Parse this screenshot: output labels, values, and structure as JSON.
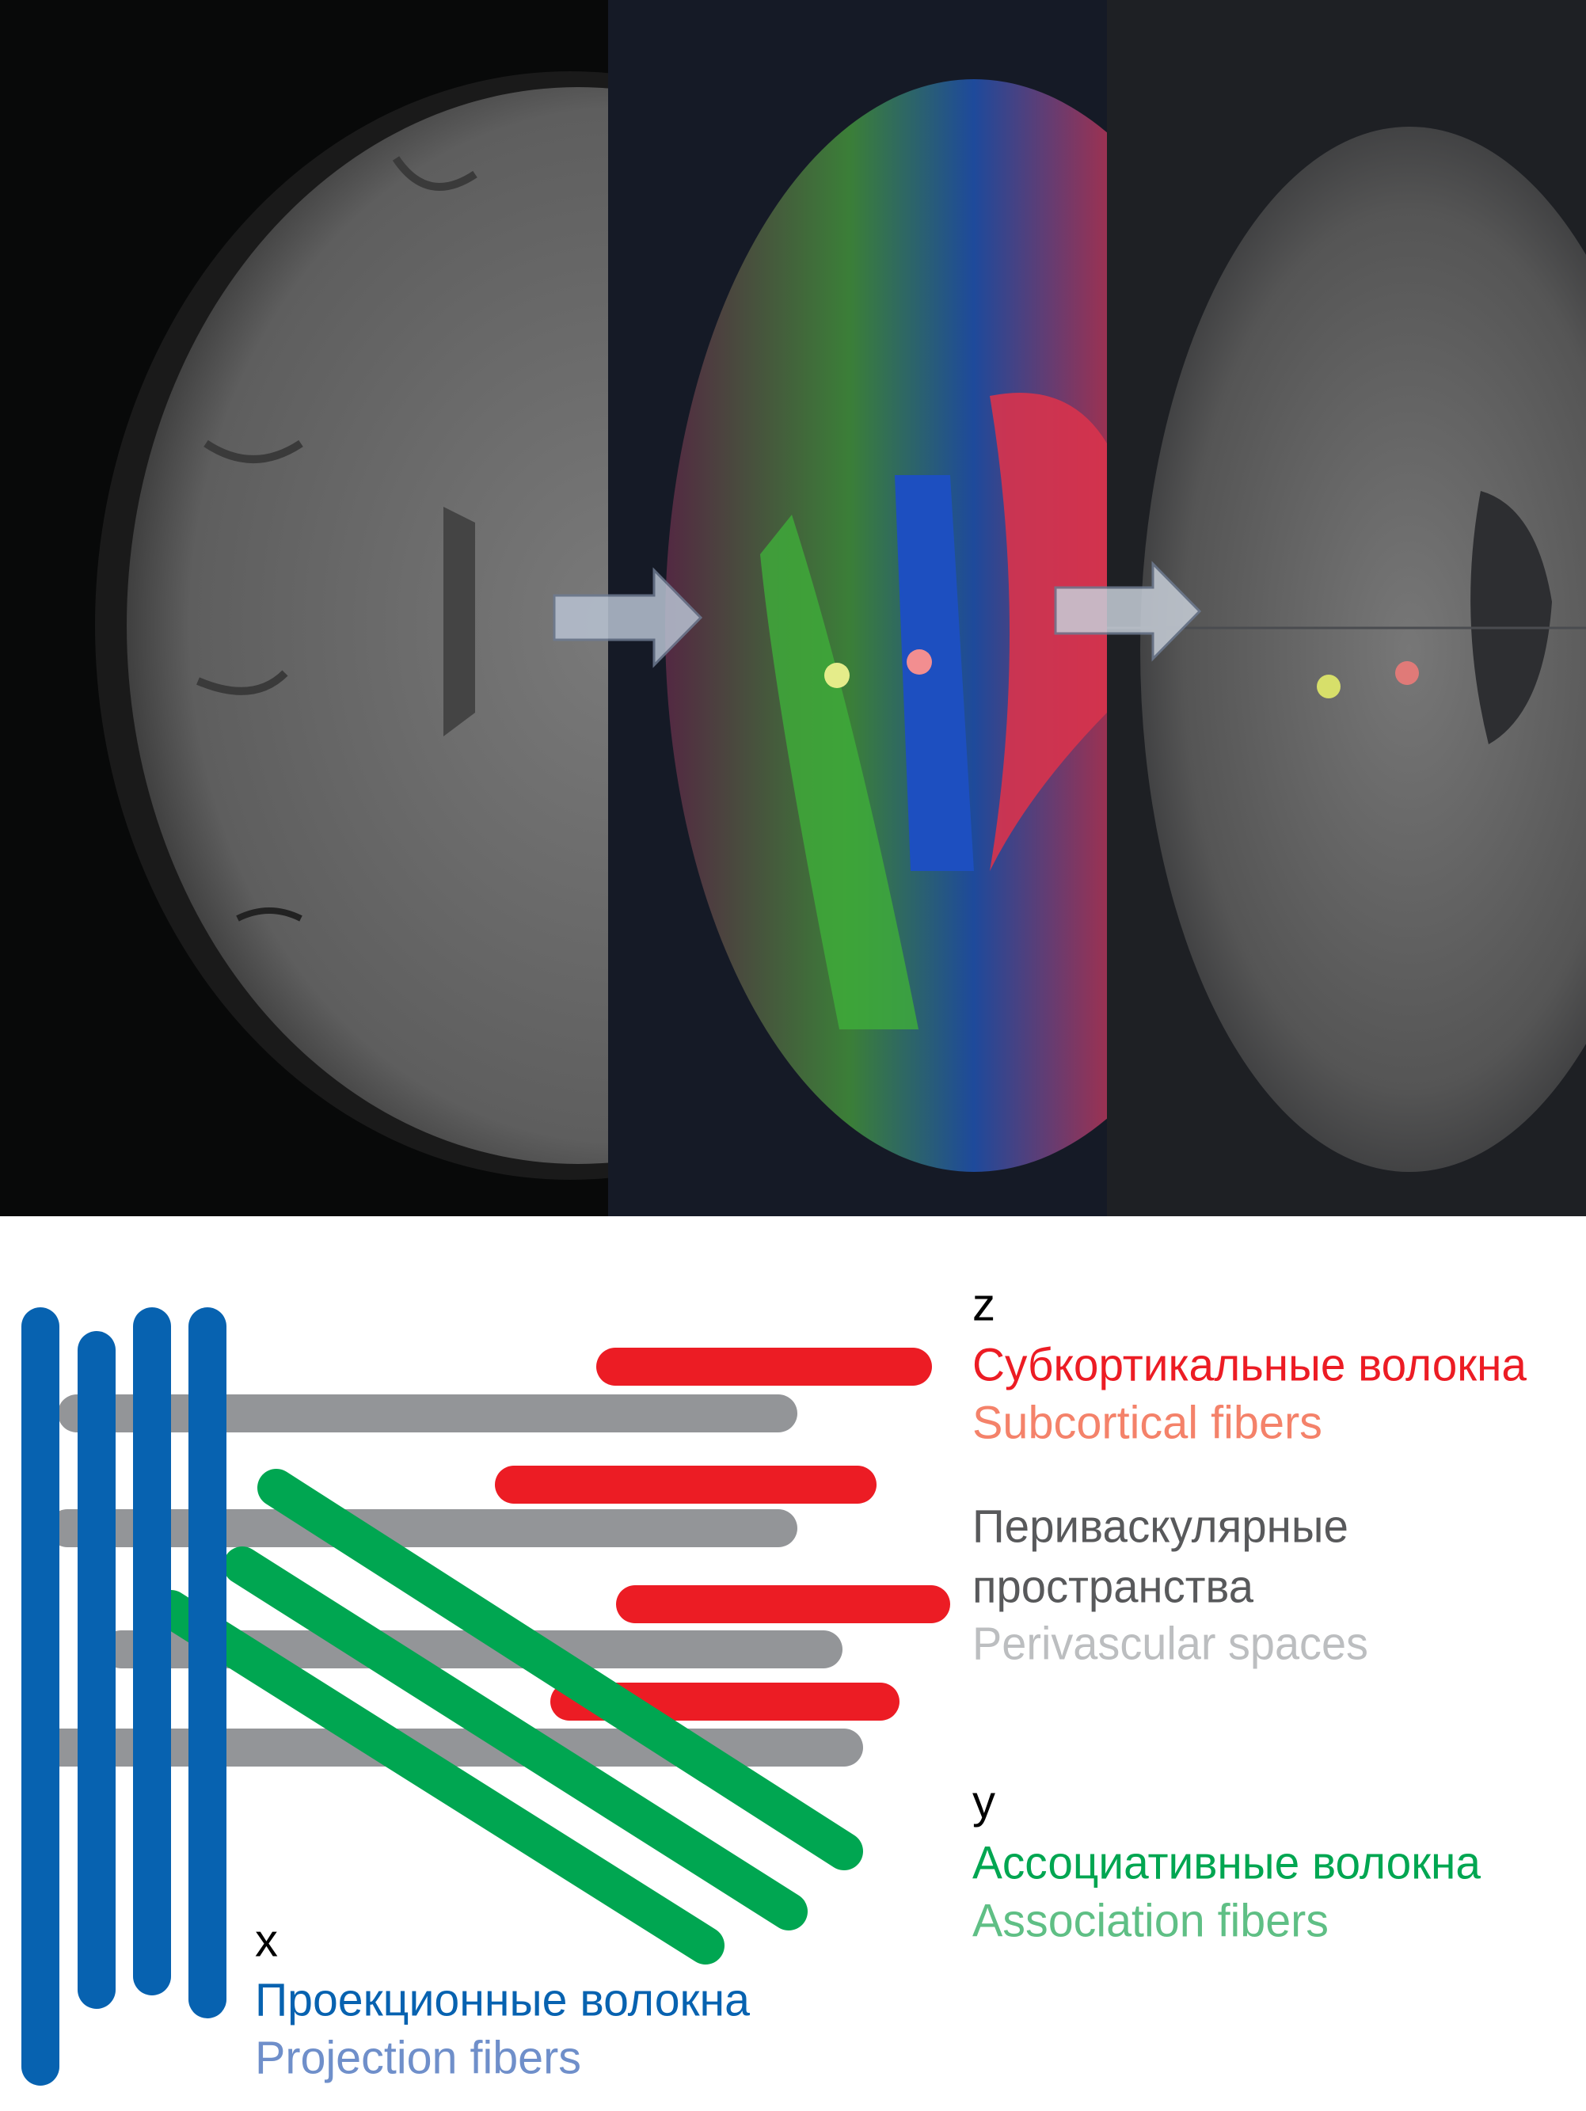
{
  "images": {
    "panels": [
      "mri-swi",
      "dti-color-map",
      "dti-grayscale"
    ]
  },
  "legend": {
    "z": {
      "axis": "z",
      "ru": "Субкортикальные волокна",
      "en": "Subcortical fibers"
    },
    "perivascular": {
      "ru_line1": "Периваскулярные",
      "ru_line2": "пространства",
      "en": "Perivascular spaces"
    },
    "y": {
      "axis": "y",
      "ru": "Ассоциативные волокна",
      "en": "Association fibers"
    },
    "x": {
      "axis": "x",
      "ru": "Проекционные волокна",
      "en": "Projection fibers"
    }
  },
  "colors": {
    "projection": "#0762b0",
    "subcortical": "#ec1c24",
    "subcortical_light": "#f4826a",
    "perivascular": "#939598",
    "perivascular_dark": "#58595b",
    "perivascular_light": "#bcbec0",
    "association": "#00a651",
    "association_light": "#5fbf85"
  }
}
